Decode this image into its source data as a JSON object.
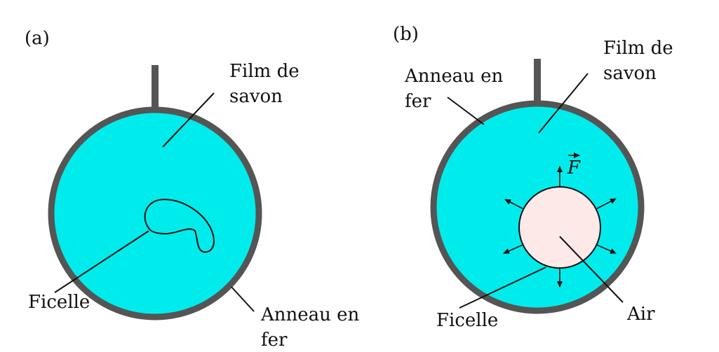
{
  "colors": {
    "soap_film": "#00ecec",
    "iron_ring": "#555555",
    "air_bubble": "#fde9e7",
    "line": "#111111"
  },
  "panel_a": {
    "tag": "(a)",
    "film_label_line1": "Film de",
    "film_label_line2": "savon",
    "string_label": "Ficelle",
    "ring_label_line1": "Anneau en",
    "ring_label_line2": "fer"
  },
  "panel_b": {
    "tag": "(b)",
    "ring_label_line1": "Anneau en",
    "ring_label_line2": "fer",
    "film_label_line1": "Film de",
    "film_label_line2": "savon",
    "force_label": "F",
    "string_label": "Ficelle",
    "air_label": "Air"
  }
}
